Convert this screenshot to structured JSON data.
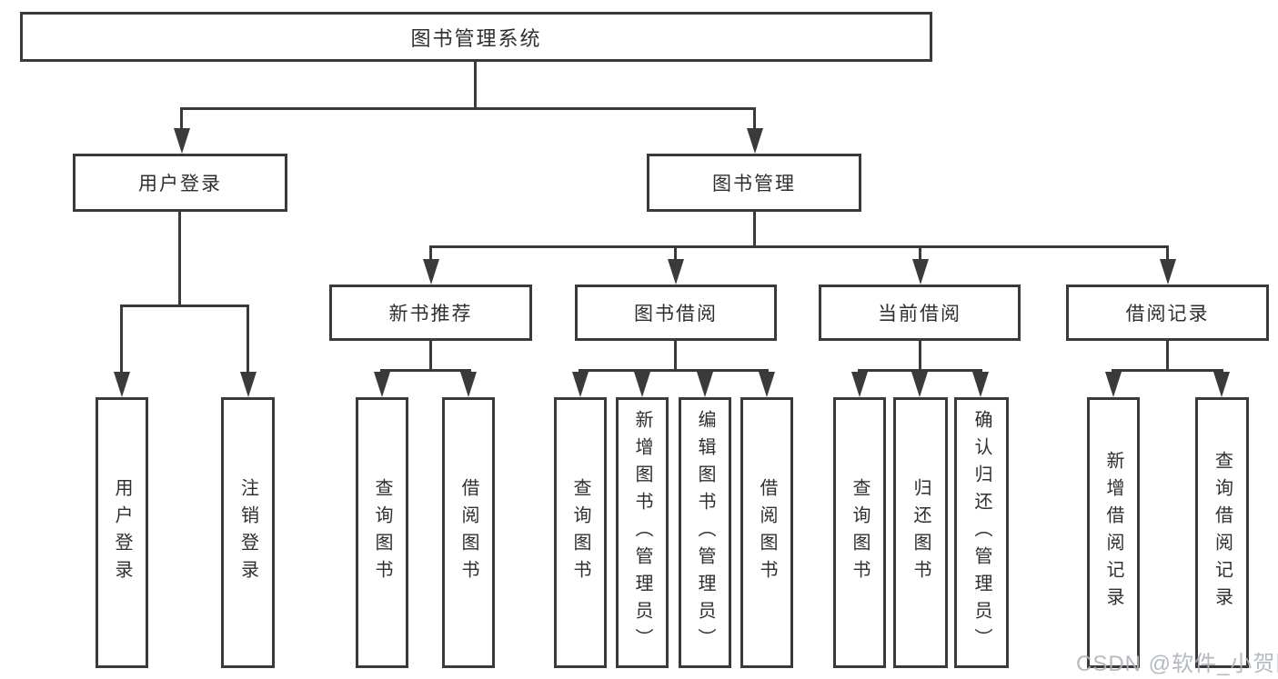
{
  "diagram_type": "tree-structure-chart",
  "watermark": "CSDN @软件_小贺同学",
  "colors": {
    "line": "#3a3a3a",
    "text": "#2f2f2f",
    "background": "#ffffff",
    "watermark": "#aeb3b9"
  },
  "nodes": {
    "root": {
      "label": "图书管理系统"
    },
    "user_login": {
      "label": "用户登录"
    },
    "book_management": {
      "label": "图书管理"
    },
    "new_book_recommend": {
      "label": "新书推荐"
    },
    "book_borrow": {
      "label": "图书借阅"
    },
    "current_borrow": {
      "label": "当前借阅"
    },
    "borrow_records": {
      "label": "借阅记录"
    },
    "leaf_user_login": {
      "label": "用户登录"
    },
    "leaf_logout": {
      "label": "注销登录"
    },
    "leaf_nb_query": {
      "label": "查询图书"
    },
    "leaf_nb_borrow": {
      "label": "借阅图书"
    },
    "leaf_bb_query": {
      "label": "查询图书"
    },
    "leaf_bb_add": {
      "label": "新增图书（管理员）"
    },
    "leaf_bb_edit": {
      "label": "编辑图书（管理员）"
    },
    "leaf_bb_borrow": {
      "label": "借阅图书"
    },
    "leaf_cb_query": {
      "label": "查询图书"
    },
    "leaf_cb_return": {
      "label": "归还图书"
    },
    "leaf_cb_confirm": {
      "label": "确认归还（管理员）"
    },
    "leaf_br_add": {
      "label": "新增借阅记录"
    },
    "leaf_br_query": {
      "label": "查询借阅记录"
    }
  },
  "edges": [
    [
      "root",
      "user_login"
    ],
    [
      "root",
      "book_management"
    ],
    [
      "user_login",
      "leaf_user_login"
    ],
    [
      "user_login",
      "leaf_logout"
    ],
    [
      "book_management",
      "new_book_recommend"
    ],
    [
      "book_management",
      "book_borrow"
    ],
    [
      "book_management",
      "current_borrow"
    ],
    [
      "book_management",
      "borrow_records"
    ],
    [
      "new_book_recommend",
      "leaf_nb_query"
    ],
    [
      "new_book_recommend",
      "leaf_nb_borrow"
    ],
    [
      "book_borrow",
      "leaf_bb_query"
    ],
    [
      "book_borrow",
      "leaf_bb_add"
    ],
    [
      "book_borrow",
      "leaf_bb_edit"
    ],
    [
      "book_borrow",
      "leaf_bb_borrow"
    ],
    [
      "current_borrow",
      "leaf_cb_query"
    ],
    [
      "current_borrow",
      "leaf_cb_return"
    ],
    [
      "current_borrow",
      "leaf_cb_confirm"
    ],
    [
      "borrow_records",
      "leaf_br_add"
    ],
    [
      "borrow_records",
      "leaf_br_query"
    ]
  ]
}
